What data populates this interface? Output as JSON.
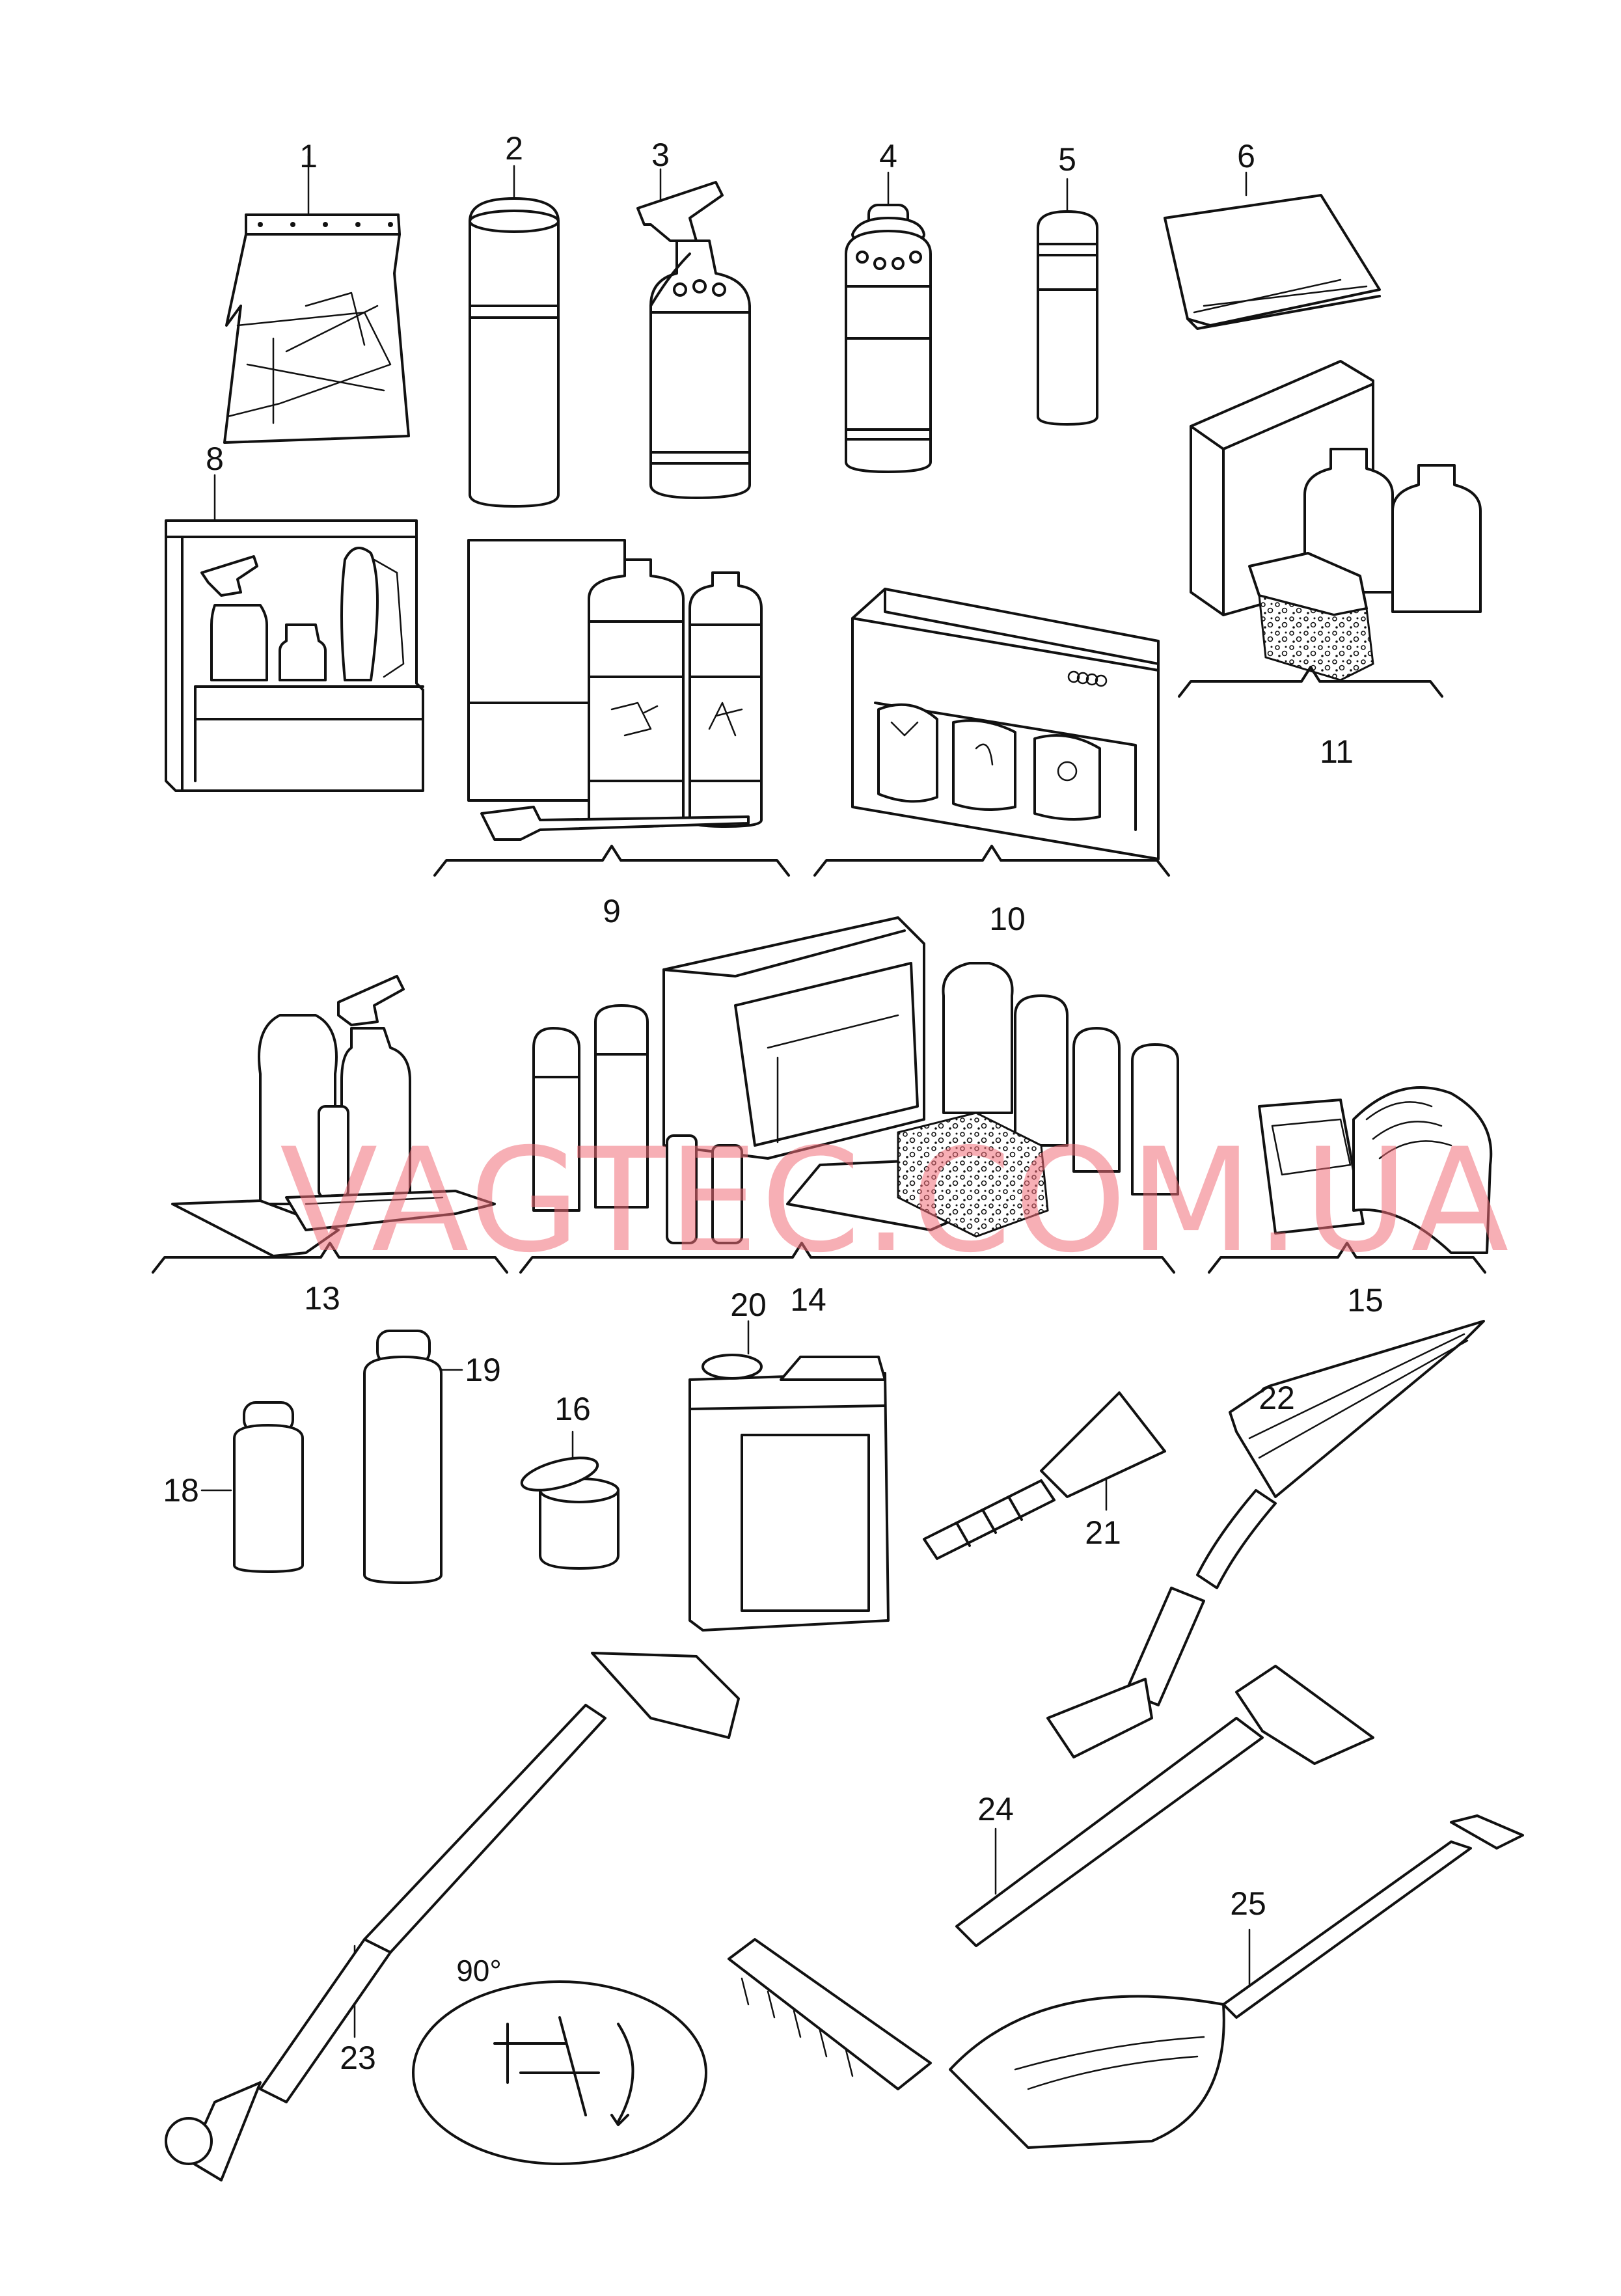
{
  "diagram": {
    "parts": [
      {
        "id": "p1",
        "label": "1"
      },
      {
        "id": "p2",
        "label": "2"
      },
      {
        "id": "p3",
        "label": "3"
      },
      {
        "id": "p4",
        "label": "4"
      },
      {
        "id": "p5",
        "label": "5"
      },
      {
        "id": "p6",
        "label": "6"
      },
      {
        "id": "p8",
        "label": "8"
      },
      {
        "id": "p9",
        "label": "9"
      },
      {
        "id": "p10",
        "label": "10"
      },
      {
        "id": "p11",
        "label": "11"
      },
      {
        "id": "p13",
        "label": "13"
      },
      {
        "id": "p14",
        "label": "14"
      },
      {
        "id": "p15",
        "label": "15"
      },
      {
        "id": "p16",
        "label": "16"
      },
      {
        "id": "p18",
        "label": "18"
      },
      {
        "id": "p19",
        "label": "19"
      },
      {
        "id": "p20",
        "label": "20"
      },
      {
        "id": "p21",
        "label": "21"
      },
      {
        "id": "p22",
        "label": "22"
      },
      {
        "id": "p23",
        "label": "23"
      },
      {
        "id": "p24",
        "label": "24"
      },
      {
        "id": "p25",
        "label": "25"
      }
    ],
    "rotation_note": "90°"
  },
  "watermark": "VAGTEC.COM.UA",
  "colors": {
    "line": "#111111",
    "background": "#ffffff",
    "watermark": "#f06e78"
  }
}
